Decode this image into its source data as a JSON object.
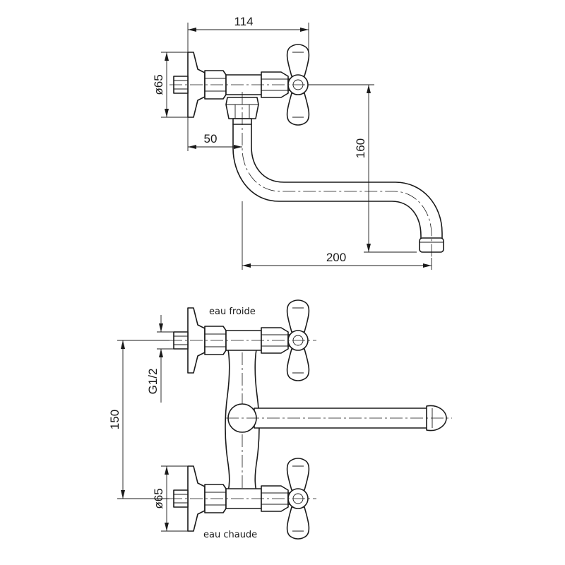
{
  "dimensions": {
    "overall_depth": "114",
    "rosette_diameter_top": "ø65",
    "inlet_offset": "50",
    "spout_height": "160",
    "spout_reach": "200",
    "inlet_spacing": "150",
    "thread": "G1/2",
    "rosette_diameter_bottom": "ø65"
  },
  "labels": {
    "cold_water": "eau froide",
    "hot_water": "eau chaude"
  },
  "colors": {
    "line": "#1a1a1a",
    "background": "#ffffff"
  }
}
